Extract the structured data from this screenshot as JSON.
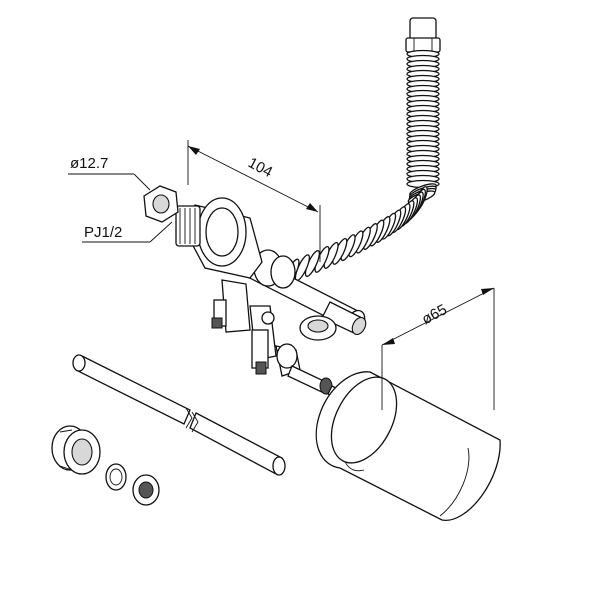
{
  "labels": {
    "dia_connector": "ø12.7",
    "thread_spec": "PJ1/2",
    "length_dim": "104",
    "float_dia": "ø65"
  }
}
